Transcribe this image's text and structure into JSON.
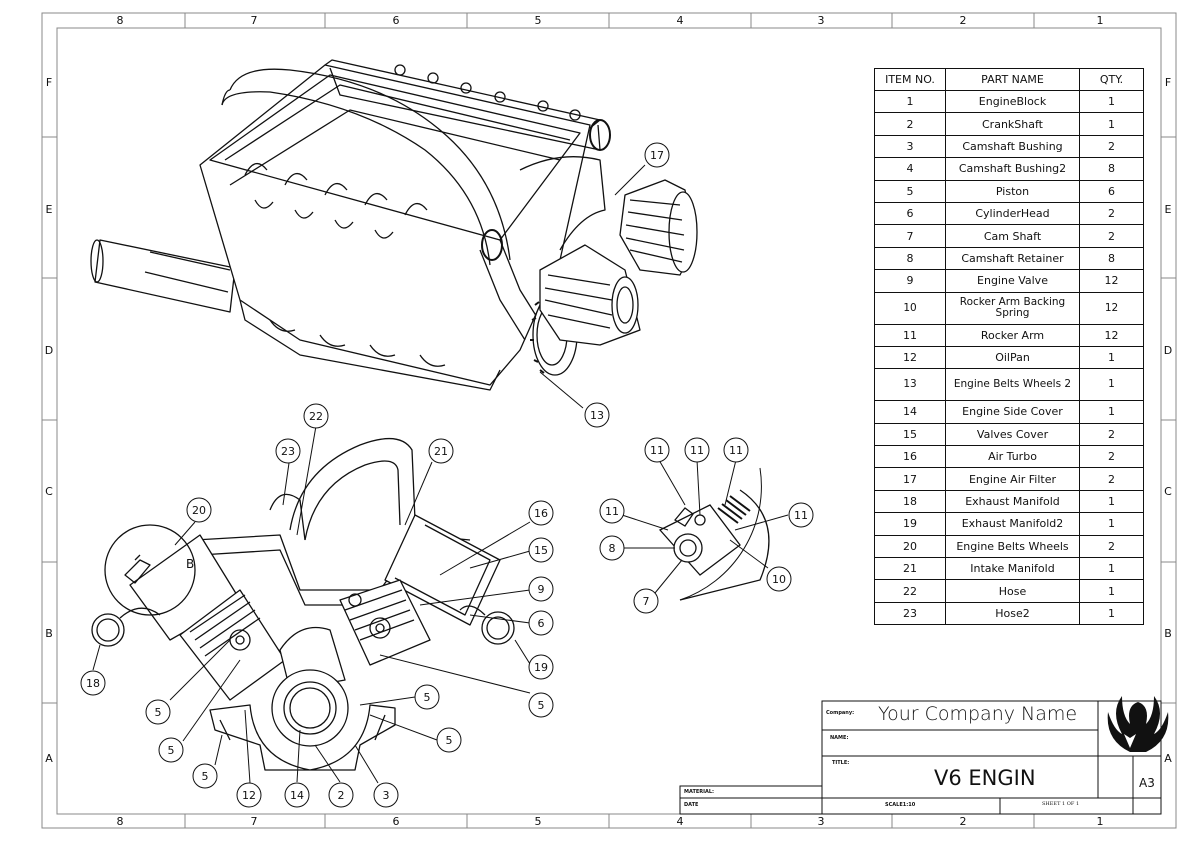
{
  "sheet": {
    "column_zones": [
      "8",
      "7",
      "6",
      "5",
      "4",
      "3",
      "2",
      "1"
    ],
    "row_zones": [
      "F",
      "E",
      "D",
      "C",
      "B",
      "A"
    ]
  },
  "bom": {
    "headers": [
      "ITEM NO.",
      "PART NAME",
      "QTY."
    ],
    "rows": [
      [
        "1",
        "EngineBlock",
        "1"
      ],
      [
        "2",
        "CrankShaft",
        "1"
      ],
      [
        "3",
        "Camshaft Bushing",
        "2"
      ],
      [
        "4",
        "Camshaft Bushing2",
        "8"
      ],
      [
        "5",
        "Piston",
        "6"
      ],
      [
        "6",
        "CylinderHead",
        "2"
      ],
      [
        "7",
        "Cam Shaft",
        "2"
      ],
      [
        "8",
        "Camshaft Retainer",
        "8"
      ],
      [
        "9",
        "Engine Valve",
        "12"
      ],
      [
        "10",
        "Rocker Arm Backing Spring",
        "12"
      ],
      [
        "11",
        "Rocker Arm",
        "12"
      ],
      [
        "12",
        "OilPan",
        "1"
      ],
      [
        "13",
        "Engine Belts Wheels 2",
        "1"
      ],
      [
        "14",
        "Engine Side Cover",
        "1"
      ],
      [
        "15",
        "Valves Cover",
        "2"
      ],
      [
        "16",
        "Air Turbo",
        "2"
      ],
      [
        "17",
        "Engine Air Filter",
        "2"
      ],
      [
        "18",
        "Exhaust Manifold",
        "1"
      ],
      [
        "19",
        "Exhaust Manifold2",
        "1"
      ],
      [
        "20",
        "Engine Belts Wheels",
        "2"
      ],
      [
        "21",
        "Intake Manifold",
        "1"
      ],
      [
        "22",
        "Hose",
        "1"
      ],
      [
        "23",
        "Hose2",
        "1"
      ]
    ]
  },
  "title_block": {
    "company_label": "Company:",
    "company_name": "Your Company Name",
    "name_label": "NAME:",
    "title_label": "TITLE:",
    "title": "V6 ENGIN",
    "size": "A3",
    "material_label": "MATERIAL:",
    "date_label": "DATE",
    "scale": "SCALE1:10",
    "sheet": "SHEET 1 OF 1"
  },
  "detail_label": "B",
  "balloons": [
    "17",
    "13",
    "22",
    "23",
    "21",
    "20",
    "16",
    "15",
    "9",
    "6",
    "19",
    "18",
    "5",
    "5",
    "5",
    "5",
    "5",
    "5",
    "14",
    "2",
    "3",
    "12",
    "11",
    "11",
    "11",
    "11",
    "11",
    "8",
    "7",
    "10"
  ]
}
